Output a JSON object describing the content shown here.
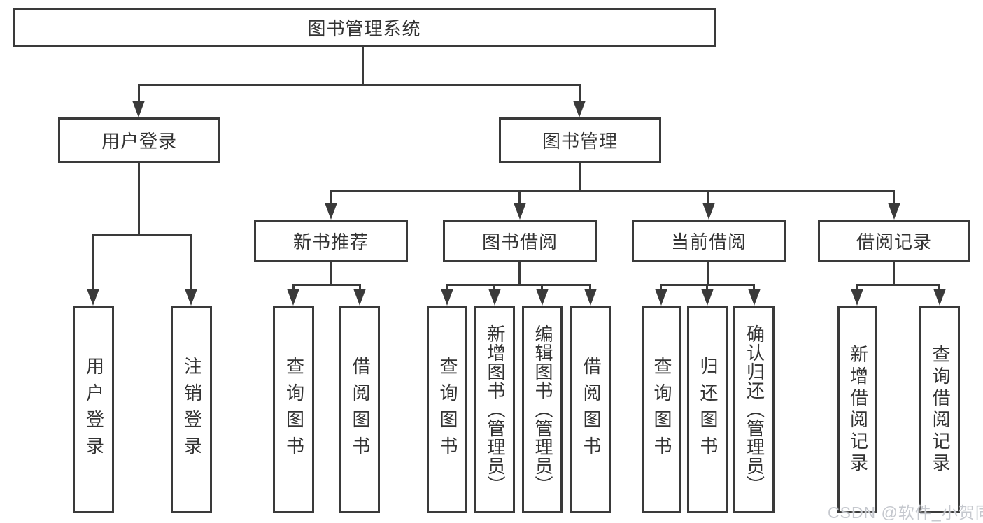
{
  "diagram": {
    "root": {
      "label": "图书管理系统",
      "children": [
        {
          "label": "用户登录",
          "children": [
            {
              "label": "用户登录"
            },
            {
              "label": "注销登录"
            }
          ]
        },
        {
          "label": "图书管理",
          "children": [
            {
              "label": "新书推荐",
              "children": [
                {
                  "label": "查询图书"
                },
                {
                  "label": "借阅图书"
                }
              ]
            },
            {
              "label": "图书借阅",
              "children": [
                {
                  "label": "查询图书"
                },
                {
                  "label": "新增图书（管理员）"
                },
                {
                  "label": "编辑图书（管理员）"
                },
                {
                  "label": "借阅图书"
                }
              ]
            },
            {
              "label": "当前借阅",
              "children": [
                {
                  "label": "查询图书"
                },
                {
                  "label": "归还图书"
                },
                {
                  "label": "确认归还（管理员）"
                }
              ]
            },
            {
              "label": "借阅记录",
              "children": [
                {
                  "label": "新增借阅记录"
                },
                {
                  "label": "查询借阅记录"
                }
              ]
            }
          ]
        }
      ]
    },
    "watermark": "CSDN @软件_小贺同学",
    "colors": {
      "line": "#3a3a3a",
      "text": "#333333",
      "background": "#ffffff",
      "watermark": "#c5c8ce"
    }
  }
}
